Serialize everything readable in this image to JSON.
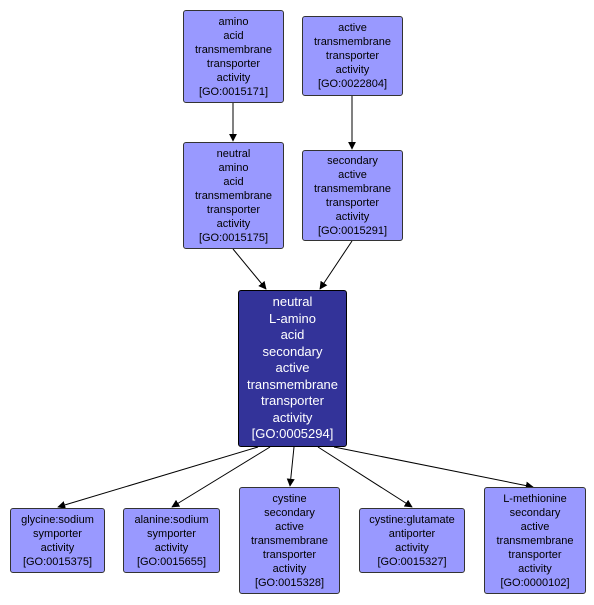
{
  "diagram": {
    "colors": {
      "node_fill": "#9999ff",
      "focus_fill": "#333399",
      "focus_text": "#ffffff",
      "edge": "#000000"
    },
    "nodes": [
      {
        "id": "GO:0015171",
        "label": "amino\nacid\ntransmembrane\ntransporter\nactivity\n[GO:0015171]"
      },
      {
        "id": "GO:0022804",
        "label": "active\ntransmembrane\ntransporter\nactivity\n[GO:0022804]"
      },
      {
        "id": "GO:0015175",
        "label": "neutral\namino\nacid\ntransmembrane\ntransporter\nactivity\n[GO:0015175]"
      },
      {
        "id": "GO:0015291",
        "label": "secondary\nactive\ntransmembrane\ntransporter\nactivity\n[GO:0015291]"
      },
      {
        "id": "GO:0005294",
        "label": "neutral\nL-amino\nacid\nsecondary\nactive\ntransmembrane\ntransporter\nactivity\n[GO:0005294]"
      },
      {
        "id": "GO:0015375",
        "label": "glycine:sodium\nsymporter\nactivity\n[GO:0015375]"
      },
      {
        "id": "GO:0015655",
        "label": "alanine:sodium\nsymporter\nactivity\n[GO:0015655]"
      },
      {
        "id": "GO:0015328",
        "label": "cystine\nsecondary\nactive\ntransmembrane\ntransporter\nactivity\n[GO:0015328]"
      },
      {
        "id": "GO:0015327",
        "label": "cystine:glutamate\nantiporter\nactivity\n[GO:0015327]"
      },
      {
        "id": "GO:0000102",
        "label": "L-methionine\nsecondary\nactive\ntransmembrane\ntransporter\nactivity\n[GO:0000102]"
      }
    ],
    "edges": [
      {
        "from": "GO:0015171",
        "to": "GO:0015175"
      },
      {
        "from": "GO:0022804",
        "to": "GO:0015291"
      },
      {
        "from": "GO:0015175",
        "to": "GO:0005294"
      },
      {
        "from": "GO:0015291",
        "to": "GO:0005294"
      },
      {
        "from": "GO:0005294",
        "to": "GO:0015375"
      },
      {
        "from": "GO:0005294",
        "to": "GO:0015655"
      },
      {
        "from": "GO:0005294",
        "to": "GO:0015328"
      },
      {
        "from": "GO:0005294",
        "to": "GO:0015327"
      },
      {
        "from": "GO:0005294",
        "to": "GO:0000102"
      }
    ]
  }
}
